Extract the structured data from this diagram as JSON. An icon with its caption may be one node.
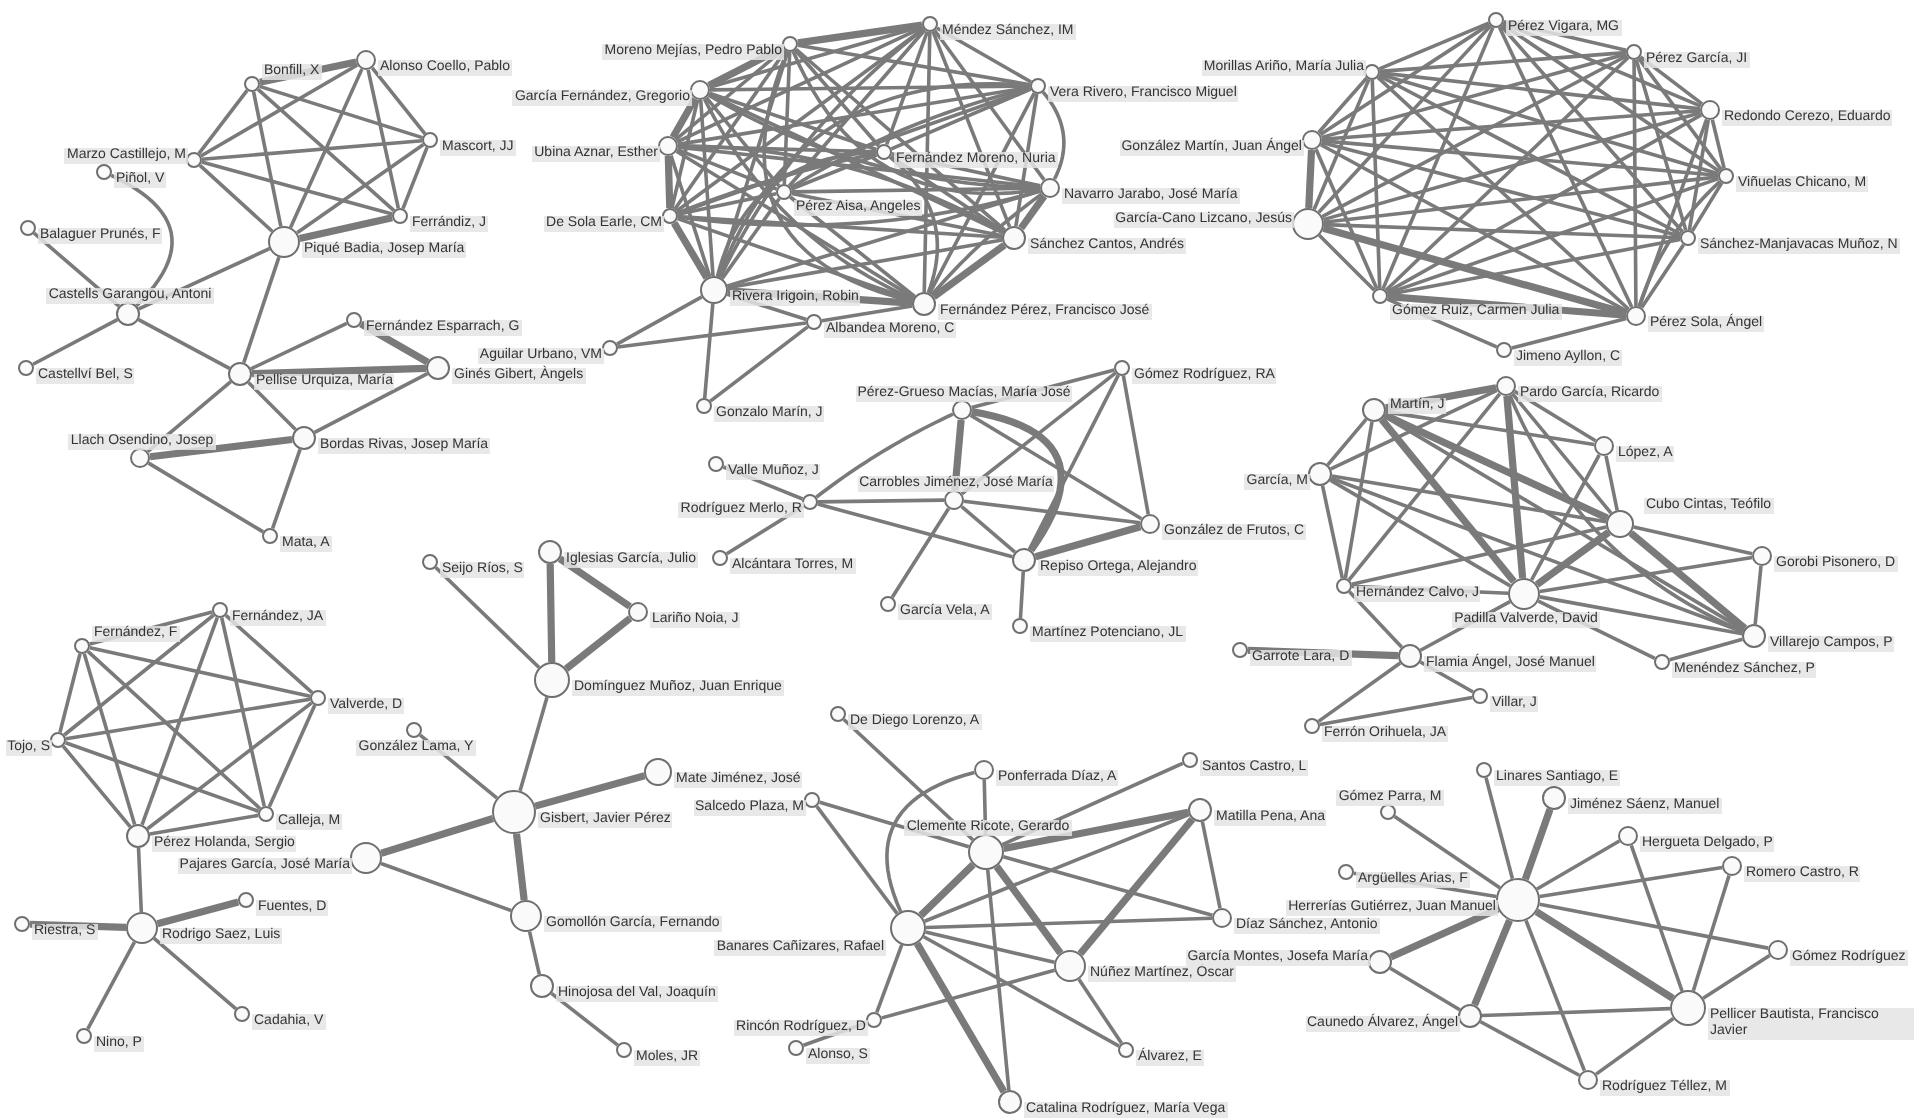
{
  "diagram": {
    "nodes": [
      {
        "text": [
          "Alonso Coello, Pablo"
        ]
      },
      {
        "text": [
          "Bonfill, X"
        ]
      },
      {
        "text": [
          "Mascort, JJ"
        ]
      },
      {
        "text": [
          "Marzo Castillejo, M"
        ]
      },
      {
        "text": [
          "Ferrándiz, J"
        ]
      },
      {
        "text": [
          "Piqué Badia, Josep María"
        ]
      },
      {
        "text": [
          "Piñol, V"
        ]
      },
      {
        "text": [
          "Balaguer Prunés, F"
        ]
      },
      {
        "text": [
          "Castells Garangou, Antoni"
        ]
      },
      {
        "text": [
          "Fernández Esparrach, G"
        ]
      },
      {
        "text": [
          "Castellví Bel, S"
        ]
      },
      {
        "text": [
          "Pellise Urquiza, María"
        ]
      },
      {
        "text": [
          "Ginés Gibert, Àngels"
        ]
      },
      {
        "text": [
          "Bordas Rivas, Josep María"
        ]
      },
      {
        "text": [
          "Llach Osendino, Josep"
        ]
      },
      {
        "text": [
          "Mata, A"
        ]
      },
      {
        "text": [
          "Méndez Sánchez, IM"
        ]
      },
      {
        "text": [
          "Moreno Mejías, Pedro Pablo"
        ]
      },
      {
        "text": [
          "García Fernández, Gregorio"
        ]
      },
      {
        "text": [
          "Vera Rivero, Francisco Miguel"
        ]
      },
      {
        "text": [
          "Ubina Aznar, Esther"
        ]
      },
      {
        "text": [
          "Fernández Moreno, Nuria"
        ]
      },
      {
        "text": [
          "Pérez Aisa, Angeles"
        ]
      },
      {
        "text": [
          "Navarro Jarabo, José María"
        ]
      },
      {
        "text": [
          "De Sola Earle, CM"
        ]
      },
      {
        "text": [
          "Sánchez Cantos, Andrés"
        ]
      },
      {
        "text": [
          "Rivera Irigoin, Robin"
        ]
      },
      {
        "text": [
          "Fernández Pérez, Francisco José"
        ]
      },
      {
        "text": [
          "Albandea Moreno, C"
        ]
      },
      {
        "text": [
          "Aguilar Urbano, VM"
        ]
      },
      {
        "text": [
          "Gonzalo Marín, J"
        ]
      },
      {
        "text": [
          "Pérez Vigara, MG"
        ]
      },
      {
        "text": [
          "Pérez García, JI"
        ]
      },
      {
        "text": [
          "Morillas Ariño, María Julia"
        ]
      },
      {
        "text": [
          "Redondo Cerezo, Eduardo"
        ]
      },
      {
        "text": [
          "González Martín, Juan Ángel"
        ]
      },
      {
        "text": [
          "Viñuelas Chicano, M"
        ]
      },
      {
        "text": [
          "García-Cano Lizcano, Jesús"
        ]
      },
      {
        "text": [
          "Sánchez-Manjavacas Muñoz, N"
        ]
      },
      {
        "text": [
          "Gómez Ruiz, Carmen Julia"
        ]
      },
      {
        "text": [
          "Pérez Sola, Ángel"
        ]
      },
      {
        "text": [
          "Jimeno Ayllon, C"
        ]
      },
      {
        "text": [
          "Pardo García, Ricardo"
        ]
      },
      {
        "text": [
          "Martín, J"
        ]
      },
      {
        "text": [
          "López, A"
        ]
      },
      {
        "text": [
          "García, M"
        ]
      },
      {
        "text": [
          "Cubo Cintas, Teófilo"
        ]
      },
      {
        "text": [
          "Gorobi Pisonero, D"
        ]
      },
      {
        "text": [
          "Hernández Calvo, J"
        ]
      },
      {
        "text": [
          "Padilla Valverde, David"
        ]
      },
      {
        "text": [
          "Villarejo Campos, P"
        ]
      },
      {
        "text": [
          "Menéndez Sánchez, P"
        ]
      },
      {
        "text": [
          "Garrote Lara, D"
        ]
      },
      {
        "text": [
          "Flamia Ángel, José Manuel"
        ]
      },
      {
        "text": [
          "Villar, J"
        ]
      },
      {
        "text": [
          "Ferrón Orihuela, JA"
        ]
      },
      {
        "text": [
          "Gómez Rodríguez, RA"
        ]
      },
      {
        "text": [
          "Pérez-Grueso Macías, María José"
        ]
      },
      {
        "text": [
          "Valle Muñoz, J"
        ]
      },
      {
        "text": [
          "Carrobles Jiménez, José María"
        ]
      },
      {
        "text": [
          "Rodríguez Merlo, R"
        ]
      },
      {
        "text": [
          "González de Frutos, C"
        ]
      },
      {
        "text": [
          "Alcántara Torres, M"
        ]
      },
      {
        "text": [
          "Repiso Ortega, Alejandro"
        ]
      },
      {
        "text": [
          "García Vela, A"
        ]
      },
      {
        "text": [
          "Martínez Potenciano, JL"
        ]
      },
      {
        "text": [
          "Fernández, JA"
        ]
      },
      {
        "text": [
          "Fernández, F"
        ]
      },
      {
        "text": [
          "Valverde, D"
        ]
      },
      {
        "text": [
          "Tojo, S"
        ]
      },
      {
        "text": [
          "Calleja, M"
        ]
      },
      {
        "text": [
          "Pérez Holanda, Sergio"
        ]
      },
      {
        "text": [
          "Fuentes, D"
        ]
      },
      {
        "text": [
          "Riestra, S"
        ]
      },
      {
        "text": [
          "Rodrigo Saez, Luis"
        ]
      },
      {
        "text": [
          "Cadahia, V"
        ]
      },
      {
        "text": [
          "Nino, P"
        ]
      },
      {
        "text": [
          "Seijo Ríos, S"
        ]
      },
      {
        "text": [
          "Iglesias García, Julio"
        ]
      },
      {
        "text": [
          "Lariño Noia, J"
        ]
      },
      {
        "text": [
          "Domínguez Muñoz, Juan Enrique"
        ]
      },
      {
        "text": [
          "González Lama, Y"
        ]
      },
      {
        "text": [
          "Mate Jiménez, José"
        ]
      },
      {
        "text": [
          "Gisbert, Javier Pérez"
        ]
      },
      {
        "text": [
          "Pajares García, José María"
        ]
      },
      {
        "text": [
          "Gomollón García, Fernando"
        ]
      },
      {
        "text": [
          "Hinojosa del Val, Joaquín"
        ]
      },
      {
        "text": [
          "Moles, JR"
        ]
      },
      {
        "text": [
          "De Diego Lorenzo, A"
        ]
      },
      {
        "text": [
          "Ponferrada Díaz, A"
        ]
      },
      {
        "text": [
          "Santos Castro, L"
        ]
      },
      {
        "text": [
          "Salcedo Plaza, M"
        ]
      },
      {
        "text": [
          "Matilla Pena, Ana"
        ]
      },
      {
        "text": [
          "Clemente Ricote, Gerardo"
        ]
      },
      {
        "text": [
          "Banares Cañizares, Rafael"
        ]
      },
      {
        "text": [
          "Díaz Sánchez, Antonio"
        ]
      },
      {
        "text": [
          "Núñez Martínez, Óscar"
        ]
      },
      {
        "text": [
          "Rincón Rodríguez, D"
        ]
      },
      {
        "text": [
          "Alonso, S"
        ]
      },
      {
        "text": [
          "Álvarez, E"
        ]
      },
      {
        "text": [
          "Catalina Rodríguez, María Vega"
        ]
      },
      {
        "text": [
          "Linares Santiago, E"
        ]
      },
      {
        "text": [
          "Jiménez Sáenz, Manuel"
        ]
      },
      {
        "text": [
          "Gómez Parra, M"
        ]
      },
      {
        "text": [
          "Hergueta Delgado, P"
        ]
      },
      {
        "text": [
          "Romero Castro, R"
        ]
      },
      {
        "text": [
          "Argüelles Arias, F"
        ]
      },
      {
        "text": [
          "Herrerías Gutiérrez, Juan Manuel"
        ]
      },
      {
        "text": [
          "Gómez Rodríguez"
        ]
      },
      {
        "text": [
          "García Montes, Josefa María"
        ]
      },
      {
        "text": [
          "Pellicer Bautista, Francisco Javier"
        ]
      },
      {
        "text": [
          "Caunedo Álvarez, Ángel"
        ]
      },
      {
        "text": [
          "Rodríguez Téllez, M"
        ]
      }
    ],
    "edges": [
      {
        "from": 0,
        "to": 1,
        "arrow": "none",
        "style": "thick"
      },
      {
        "from": 0,
        "to": 2,
        "arrow": "none"
      },
      {
        "from": 0,
        "to": 3,
        "arrow": "none"
      },
      {
        "from": 0,
        "to": 4,
        "arrow": "none"
      },
      {
        "from": 0,
        "to": 5,
        "arrow": "none"
      },
      {
        "from": 1,
        "to": 2,
        "arrow": "none"
      },
      {
        "from": 1,
        "to": 3,
        "arrow": "none"
      },
      {
        "from": 1,
        "to": 4,
        "arrow": "none"
      },
      {
        "from": 1,
        "to": 5,
        "arrow": "none"
      },
      {
        "from": 2,
        "to": 3,
        "arrow": "none"
      },
      {
        "from": 2,
        "to": 4,
        "arrow": "none"
      },
      {
        "from": 2,
        "to": 5,
        "arrow": "none"
      },
      {
        "from": 3,
        "to": 4,
        "arrow": "none"
      },
      {
        "from": 3,
        "to": 5,
        "arrow": "none"
      },
      {
        "from": 4,
        "to": 5,
        "arrow": "none",
        "style": "thick"
      },
      {
        "from": 6,
        "to": 8,
        "arrow": "none"
      },
      {
        "from": 7,
        "to": 8,
        "arrow": "none"
      },
      {
        "from": 10,
        "to": 8,
        "arrow": "none"
      },
      {
        "from": 8,
        "to": 5,
        "arrow": "none"
      },
      {
        "from": 8,
        "to": 11,
        "arrow": "none"
      },
      {
        "from": 5,
        "to": 11,
        "arrow": "none"
      },
      {
        "from": 11,
        "to": 9,
        "arrow": "none"
      },
      {
        "from": 11,
        "to": 12,
        "arrow": "none",
        "style": "thick"
      },
      {
        "from": 9,
        "to": 12,
        "arrow": "none",
        "style": "thick"
      },
      {
        "from": 11,
        "to": 13,
        "arrow": "none"
      },
      {
        "from": 11,
        "to": 14,
        "arrow": "none"
      },
      {
        "from": 12,
        "to": 13,
        "arrow": "none"
      },
      {
        "from": 14,
        "to": 13,
        "arrow": "none",
        "style": "thick"
      },
      {
        "from": 14,
        "to": 15,
        "arrow": "none"
      },
      {
        "from": 13,
        "to": 15,
        "arrow": "none"
      },
      {
        "from": 16,
        "to": 17,
        "arrow": "none",
        "style": "thick"
      },
      {
        "from": 16,
        "to": 18,
        "arrow": "none"
      },
      {
        "from": 16,
        "to": 19,
        "arrow": "none"
      },
      {
        "from": 16,
        "to": 20,
        "arrow": "none"
      },
      {
        "from": 16,
        "to": 21,
        "arrow": "none"
      },
      {
        "from": 16,
        "to": 22,
        "arrow": "none"
      },
      {
        "from": 16,
        "to": 23,
        "arrow": "none"
      },
      {
        "from": 16,
        "to": 24,
        "arrow": "none"
      },
      {
        "from": 16,
        "to": 25,
        "arrow": "none"
      },
      {
        "from": 16,
        "to": 26,
        "arrow": "none"
      },
      {
        "from": 16,
        "to": 27,
        "arrow": "none"
      },
      {
        "from": 17,
        "to": 18,
        "arrow": "none",
        "style": "thick"
      },
      {
        "from": 17,
        "to": 19,
        "arrow": "none"
      },
      {
        "from": 17,
        "to": 20,
        "arrow": "none"
      },
      {
        "from": 17,
        "to": 21,
        "arrow": "none"
      },
      {
        "from": 17,
        "to": 22,
        "arrow": "none"
      },
      {
        "from": 17,
        "to": 23,
        "arrow": "none"
      },
      {
        "from": 17,
        "to": 24,
        "arrow": "none"
      },
      {
        "from": 17,
        "to": 25,
        "arrow": "none"
      },
      {
        "from": 17,
        "to": 26,
        "arrow": "none"
      },
      {
        "from": 17,
        "to": 27,
        "arrow": "none"
      },
      {
        "from": 18,
        "to": 19,
        "arrow": "none"
      },
      {
        "from": 18,
        "to": 20,
        "arrow": "none",
        "style": "thick"
      },
      {
        "from": 18,
        "to": 21,
        "arrow": "none"
      },
      {
        "from": 18,
        "to": 22,
        "arrow": "none"
      },
      {
        "from": 18,
        "to": 23,
        "arrow": "none"
      },
      {
        "from": 18,
        "to": 24,
        "arrow": "none"
      },
      {
        "from": 18,
        "to": 25,
        "arrow": "none"
      },
      {
        "from": 18,
        "to": 26,
        "arrow": "none"
      },
      {
        "from": 18,
        "to": 27,
        "arrow": "none"
      },
      {
        "from": 19,
        "to": 20,
        "arrow": "none"
      },
      {
        "from": 19,
        "to": 21,
        "arrow": "none"
      },
      {
        "from": 19,
        "to": 22,
        "arrow": "none"
      },
      {
        "from": 19,
        "to": 23,
        "arrow": "none"
      },
      {
        "from": 19,
        "to": 24,
        "arrow": "none"
      },
      {
        "from": 19,
        "to": 25,
        "arrow": "none"
      },
      {
        "from": 19,
        "to": 26,
        "arrow": "none"
      },
      {
        "from": 19,
        "to": 27,
        "arrow": "none"
      },
      {
        "from": 20,
        "to": 21,
        "arrow": "none"
      },
      {
        "from": 20,
        "to": 22,
        "arrow": "none"
      },
      {
        "from": 20,
        "to": 23,
        "arrow": "none"
      },
      {
        "from": 20,
        "to": 24,
        "arrow": "none",
        "style": "thick"
      },
      {
        "from": 20,
        "to": 25,
        "arrow": "none"
      },
      {
        "from": 20,
        "to": 26,
        "arrow": "none"
      },
      {
        "from": 20,
        "to": 27,
        "arrow": "none"
      },
      {
        "from": 21,
        "to": 22,
        "arrow": "none"
      },
      {
        "from": 21,
        "to": 23,
        "arrow": "none"
      },
      {
        "from": 21,
        "to": 24,
        "arrow": "none"
      },
      {
        "from": 21,
        "to": 25,
        "arrow": "none"
      },
      {
        "from": 21,
        "to": 26,
        "arrow": "none"
      },
      {
        "from": 21,
        "to": 27,
        "arrow": "none"
      },
      {
        "from": 22,
        "to": 23,
        "arrow": "none"
      },
      {
        "from": 22,
        "to": 24,
        "arrow": "none"
      },
      {
        "from": 22,
        "to": 25,
        "arrow": "none"
      },
      {
        "from": 22,
        "to": 26,
        "arrow": "none"
      },
      {
        "from": 22,
        "to": 27,
        "arrow": "none"
      },
      {
        "from": 23,
        "to": 24,
        "arrow": "none"
      },
      {
        "from": 23,
        "to": 25,
        "arrow": "none",
        "style": "thick"
      },
      {
        "from": 23,
        "to": 26,
        "arrow": "none"
      },
      {
        "from": 23,
        "to": 27,
        "arrow": "none"
      },
      {
        "from": 24,
        "to": 25,
        "arrow": "none"
      },
      {
        "from": 24,
        "to": 26,
        "arrow": "none",
        "style": "thick"
      },
      {
        "from": 24,
        "to": 27,
        "arrow": "none"
      },
      {
        "from": 25,
        "to": 26,
        "arrow": "none"
      },
      {
        "from": 25,
        "to": 27,
        "arrow": "none",
        "style": "thick"
      },
      {
        "from": 26,
        "to": 27,
        "arrow": "none",
        "style": "thick"
      },
      {
        "from": 26,
        "to": 28,
        "arrow": "none"
      },
      {
        "from": 26,
        "to": 29,
        "arrow": "none"
      },
      {
        "from": 26,
        "to": 30,
        "arrow": "none"
      },
      {
        "from": 29,
        "to": 28,
        "arrow": "none"
      },
      {
        "from": 30,
        "to": 28,
        "arrow": "none"
      },
      {
        "from": 28,
        "to": 27,
        "arrow": "none"
      },
      {
        "from": 31,
        "to": 32,
        "arrow": "none"
      },
      {
        "from": 31,
        "to": 33,
        "arrow": "none"
      },
      {
        "from": 31,
        "to": 34,
        "arrow": "none"
      },
      {
        "from": 31,
        "to": 35,
        "arrow": "none"
      },
      {
        "from": 31,
        "to": 36,
        "arrow": "none"
      },
      {
        "from": 31,
        "to": 37,
        "arrow": "none"
      },
      {
        "from": 31,
        "to": 38,
        "arrow": "none"
      },
      {
        "from": 31,
        "to": 39,
        "arrow": "none"
      },
      {
        "from": 31,
        "to": 40,
        "arrow": "none"
      },
      {
        "from": 32,
        "to": 33,
        "arrow": "none"
      },
      {
        "from": 32,
        "to": 34,
        "arrow": "none"
      },
      {
        "from": 32,
        "to": 35,
        "arrow": "none"
      },
      {
        "from": 32,
        "to": 36,
        "arrow": "none"
      },
      {
        "from": 32,
        "to": 37,
        "arrow": "none"
      },
      {
        "from": 32,
        "to": 38,
        "arrow": "none"
      },
      {
        "from": 32,
        "to": 39,
        "arrow": "none"
      },
      {
        "from": 32,
        "to": 40,
        "arrow": "none"
      },
      {
        "from": 33,
        "to": 34,
        "arrow": "none"
      },
      {
        "from": 33,
        "to": 35,
        "arrow": "none"
      },
      {
        "from": 33,
        "to": 36,
        "arrow": "none"
      },
      {
        "from": 33,
        "to": 37,
        "arrow": "none"
      },
      {
        "from": 33,
        "to": 38,
        "arrow": "none"
      },
      {
        "from": 33,
        "to": 39,
        "arrow": "none"
      },
      {
        "from": 33,
        "to": 40,
        "arrow": "none"
      },
      {
        "from": 34,
        "to": 35,
        "arrow": "none"
      },
      {
        "from": 34,
        "to": 36,
        "arrow": "none"
      },
      {
        "from": 34,
        "to": 37,
        "arrow": "none"
      },
      {
        "from": 34,
        "to": 38,
        "arrow": "none"
      },
      {
        "from": 34,
        "to": 39,
        "arrow": "none"
      },
      {
        "from": 34,
        "to": 40,
        "arrow": "none"
      },
      {
        "from": 35,
        "to": 36,
        "arrow": "none"
      },
      {
        "from": 35,
        "to": 37,
        "arrow": "none",
        "style": "thick"
      },
      {
        "from": 35,
        "to": 38,
        "arrow": "none"
      },
      {
        "from": 35,
        "to": 39,
        "arrow": "none"
      },
      {
        "from": 35,
        "to": 40,
        "arrow": "none"
      },
      {
        "from": 36,
        "to": 37,
        "arrow": "none"
      },
      {
        "from": 36,
        "to": 38,
        "arrow": "none"
      },
      {
        "from": 36,
        "to": 39,
        "arrow": "none"
      },
      {
        "from": 36,
        "to": 40,
        "arrow": "none"
      },
      {
        "from": 37,
        "to": 38,
        "arrow": "none"
      },
      {
        "from": 37,
        "to": 39,
        "arrow": "none"
      },
      {
        "from": 37,
        "to": 40,
        "arrow": "none",
        "style": "thick"
      },
      {
        "from": 38,
        "to": 39,
        "arrow": "none"
      },
      {
        "from": 38,
        "to": 40,
        "arrow": "none"
      },
      {
        "from": 39,
        "to": 40,
        "arrow": "none",
        "style": "thick"
      },
      {
        "from": 41,
        "to": 39,
        "arrow": "none"
      },
      {
        "from": 41,
        "to": 40,
        "arrow": "none"
      },
      {
        "from": 42,
        "to": 43,
        "arrow": "none",
        "style": "thick"
      },
      {
        "from": 42,
        "to": 44,
        "arrow": "none"
      },
      {
        "from": 42,
        "to": 45,
        "arrow": "none"
      },
      {
        "from": 42,
        "to": 46,
        "arrow": "none"
      },
      {
        "from": 42,
        "to": 48,
        "arrow": "none"
      },
      {
        "from": 42,
        "to": 49,
        "arrow": "none",
        "style": "thick"
      },
      {
        "from": 42,
        "to": 50,
        "arrow": "none"
      },
      {
        "from": 43,
        "to": 44,
        "arrow": "none"
      },
      {
        "from": 43,
        "to": 45,
        "arrow": "none"
      },
      {
        "from": 43,
        "to": 46,
        "arrow": "none",
        "style": "thick"
      },
      {
        "from": 43,
        "to": 48,
        "arrow": "none"
      },
      {
        "from": 43,
        "to": 49,
        "arrow": "none",
        "style": "thick"
      },
      {
        "from": 43,
        "to": 50,
        "arrow": "none"
      },
      {
        "from": 44,
        "to": 46,
        "arrow": "none"
      },
      {
        "from": 44,
        "to": 49,
        "arrow": "none"
      },
      {
        "from": 45,
        "to": 46,
        "arrow": "none"
      },
      {
        "from": 45,
        "to": 48,
        "arrow": "none"
      },
      {
        "from": 45,
        "to": 49,
        "arrow": "none"
      },
      {
        "from": 45,
        "to": 50,
        "arrow": "none"
      },
      {
        "from": 46,
        "to": 47,
        "arrow": "none"
      },
      {
        "from": 46,
        "to": 48,
        "arrow": "none"
      },
      {
        "from": 46,
        "to": 49,
        "arrow": "none",
        "style": "thick"
      },
      {
        "from": 46,
        "to": 50,
        "arrow": "none",
        "style": "thick"
      },
      {
        "from": 47,
        "to": 49,
        "arrow": "none"
      },
      {
        "from": 47,
        "to": 50,
        "arrow": "none"
      },
      {
        "from": 48,
        "to": 49,
        "arrow": "none"
      },
      {
        "from": 49,
        "to": 50,
        "arrow": "none"
      },
      {
        "from": 49,
        "to": 51,
        "arrow": "none"
      },
      {
        "from": 50,
        "to": 51,
        "arrow": "none"
      },
      {
        "from": 49,
        "to": 53,
        "arrow": "none"
      },
      {
        "from": 48,
        "to": 53,
        "arrow": "none"
      },
      {
        "from": 52,
        "to": 53,
        "arrow": "none",
        "style": "thick"
      },
      {
        "from": 53,
        "to": 55,
        "arrow": "none"
      },
      {
        "from": 53,
        "to": 54,
        "arrow": "none"
      },
      {
        "from": 55,
        "to": 54,
        "arrow": "none"
      },
      {
        "from": 56,
        "to": 57,
        "arrow": "none"
      },
      {
        "from": 56,
        "to": 59,
        "arrow": "none"
      },
      {
        "from": 56,
        "to": 61,
        "arrow": "none"
      },
      {
        "from": 56,
        "to": 63,
        "arrow": "none"
      },
      {
        "from": 57,
        "to": 59,
        "arrow": "none",
        "style": "thick"
      },
      {
        "from": 57,
        "to": 63,
        "arrow": "none",
        "style": "thick"
      },
      {
        "from": 57,
        "to": 61,
        "arrow": "none"
      },
      {
        "from": 59,
        "to": 63,
        "arrow": "none"
      },
      {
        "from": 59,
        "to": 61,
        "arrow": "none"
      },
      {
        "from": 63,
        "to": 61,
        "arrow": "none",
        "style": "thick"
      },
      {
        "from": 60,
        "to": 57,
        "arrow": "none"
      },
      {
        "from": 60,
        "to": 59,
        "arrow": "none"
      },
      {
        "from": 60,
        "to": 63,
        "arrow": "none"
      },
      {
        "from": 60,
        "to": 58,
        "arrow": "none"
      },
      {
        "from": 60,
        "to": 62,
        "arrow": "none"
      },
      {
        "from": 59,
        "to": 64,
        "arrow": "none"
      },
      {
        "from": 63,
        "to": 65,
        "arrow": "none"
      },
      {
        "from": 66,
        "to": 67,
        "arrow": "none"
      },
      {
        "from": 66,
        "to": 68,
        "arrow": "none"
      },
      {
        "from": 66,
        "to": 69,
        "arrow": "none"
      },
      {
        "from": 66,
        "to": 70,
        "arrow": "none"
      },
      {
        "from": 66,
        "to": 71,
        "arrow": "none"
      },
      {
        "from": 67,
        "to": 68,
        "arrow": "none"
      },
      {
        "from": 67,
        "to": 69,
        "arrow": "none"
      },
      {
        "from": 67,
        "to": 70,
        "arrow": "none"
      },
      {
        "from": 67,
        "to": 71,
        "arrow": "none"
      },
      {
        "from": 68,
        "to": 69,
        "arrow": "none"
      },
      {
        "from": 68,
        "to": 70,
        "arrow": "none"
      },
      {
        "from": 68,
        "to": 71,
        "arrow": "none"
      },
      {
        "from": 69,
        "to": 70,
        "arrow": "none"
      },
      {
        "from": 69,
        "to": 71,
        "arrow": "none"
      },
      {
        "from": 70,
        "to": 71,
        "arrow": "none"
      },
      {
        "from": 71,
        "to": 74,
        "arrow": "none"
      },
      {
        "from": 74,
        "to": 72,
        "arrow": "none",
        "style": "thick"
      },
      {
        "from": 74,
        "to": 73,
        "arrow": "none",
        "style": "thick"
      },
      {
        "from": 74,
        "to": 75,
        "arrow": "none"
      },
      {
        "from": 74,
        "to": 76,
        "arrow": "none"
      },
      {
        "from": 77,
        "to": 80,
        "arrow": "none"
      },
      {
        "from": 78,
        "to": 80,
        "arrow": "none",
        "style": "thick"
      },
      {
        "from": 78,
        "to": 79,
        "arrow": "none",
        "style": "thick"
      },
      {
        "from": 79,
        "to": 80,
        "arrow": "none",
        "style": "thick"
      },
      {
        "from": 80,
        "to": 83,
        "arrow": "none"
      },
      {
        "from": 81,
        "to": 83,
        "arrow": "none"
      },
      {
        "from": 82,
        "to": 83,
        "arrow": "none",
        "style": "thick"
      },
      {
        "from": 84,
        "to": 83,
        "arrow": "none",
        "style": "thick"
      },
      {
        "from": 83,
        "to": 85,
        "arrow": "none",
        "style": "thick"
      },
      {
        "from": 84,
        "to": 85,
        "arrow": "none"
      },
      {
        "from": 85,
        "to": 86,
        "arrow": "none"
      },
      {
        "from": 86,
        "to": 87,
        "arrow": "none"
      },
      {
        "from": 88,
        "to": 93,
        "arrow": "none"
      },
      {
        "from": 91,
        "to": 93,
        "arrow": "none"
      },
      {
        "from": 91,
        "to": 94,
        "arrow": "none"
      },
      {
        "from": 89,
        "to": 93,
        "arrow": "none"
      },
      {
        "from": 89,
        "to": 94,
        "arrow": "none"
      },
      {
        "from": 90,
        "to": 93,
        "arrow": "none"
      },
      {
        "from": 92,
        "to": 93,
        "arrow": "none",
        "style": "thick"
      },
      {
        "from": 92,
        "to": 94,
        "arrow": "none"
      },
      {
        "from": 92,
        "to": 96,
        "arrow": "none",
        "style": "thick"
      },
      {
        "from": 92,
        "to": 95,
        "arrow": "none"
      },
      {
        "from": 93,
        "to": 94,
        "arrow": "none",
        "style": "thick"
      },
      {
        "from": 93,
        "to": 96,
        "arrow": "none",
        "style": "thick"
      },
      {
        "from": 93,
        "to": 95,
        "arrow": "none"
      },
      {
        "from": 93,
        "to": 100,
        "arrow": "none"
      },
      {
        "from": 94,
        "to": 96,
        "arrow": "none"
      },
      {
        "from": 94,
        "to": 95,
        "arrow": "none"
      },
      {
        "from": 94,
        "to": 97,
        "arrow": "none"
      },
      {
        "from": 94,
        "to": 99,
        "arrow": "none"
      },
      {
        "from": 94,
        "to": 100,
        "arrow": "none",
        "style": "thick"
      },
      {
        "from": 96,
        "to": 97,
        "arrow": "none"
      },
      {
        "from": 96,
        "to": 99,
        "arrow": "none"
      },
      {
        "from": 97,
        "to": 98,
        "arrow": "none"
      },
      {
        "from": 107,
        "to": 101,
        "arrow": "none"
      },
      {
        "from": 107,
        "to": 102,
        "arrow": "none",
        "style": "thick"
      },
      {
        "from": 107,
        "to": 103,
        "arrow": "none"
      },
      {
        "from": 107,
        "to": 104,
        "arrow": "none"
      },
      {
        "from": 107,
        "to": 105,
        "arrow": "none"
      },
      {
        "from": 107,
        "to": 106,
        "arrow": "none"
      },
      {
        "from": 107,
        "to": 108,
        "arrow": "none"
      },
      {
        "from": 107,
        "to": 109,
        "arrow": "none",
        "style": "thick"
      },
      {
        "from": 107,
        "to": 110,
        "arrow": "none",
        "style": "thick"
      },
      {
        "from": 107,
        "to": 111,
        "arrow": "none",
        "style": "thick"
      },
      {
        "from": 107,
        "to": 112,
        "arrow": "none"
      },
      {
        "from": 110,
        "to": 104,
        "arrow": "none"
      },
      {
        "from": 110,
        "to": 105,
        "arrow": "none"
      },
      {
        "from": 110,
        "to": 108,
        "arrow": "none"
      },
      {
        "from": 110,
        "to": 111,
        "arrow": "none"
      },
      {
        "from": 110,
        "to": 112,
        "arrow": "none"
      },
      {
        "from": 111,
        "to": 112,
        "arrow": "none"
      },
      {
        "from": 109,
        "to": 111,
        "arrow": "none"
      }
    ]
  }
}
